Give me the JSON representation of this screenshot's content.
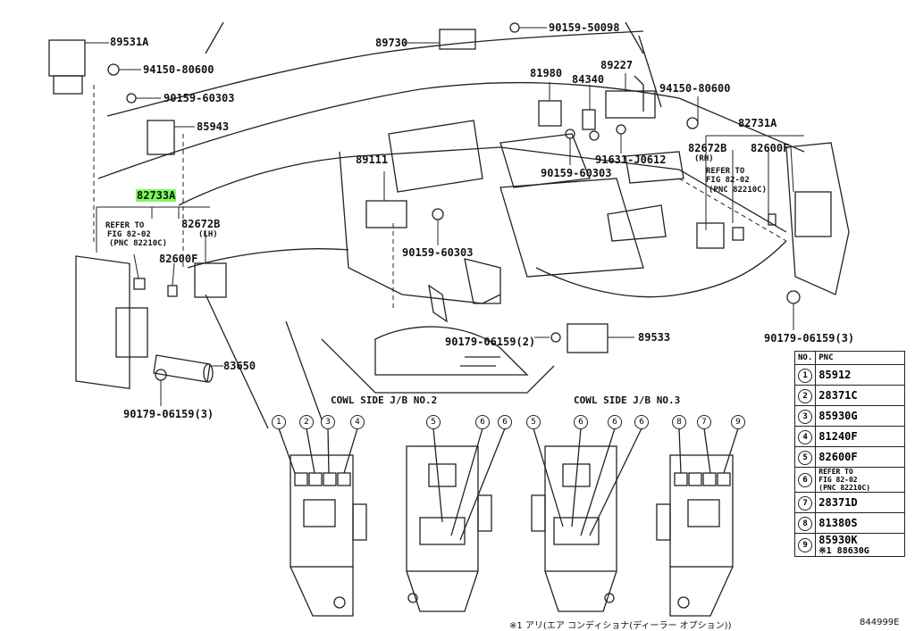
{
  "labels": {
    "p89531A": "89531A",
    "p94150_80600_a": "94150-80600",
    "p90159_60303_a": "90159-60303",
    "p85943": "85943",
    "p82733A": "82733A",
    "p82672B_lh": "82672B",
    "lh": "(LH)",
    "refer_left_1": "REFER TO",
    "refer_left_2": "FIG 82-02",
    "refer_left_3": "(PNC 82210C)",
    "p82600F_left": "82600F",
    "p83650": "83650",
    "p90179_06159_left": "90179-06159(3)",
    "p89730": "89730",
    "p90159_50098": "90159-50098",
    "p81980": "81980",
    "p89227": "89227",
    "p84340": "84340",
    "p94150_80600_b": "94150-80600",
    "p82731A": "82731A",
    "p82672B_rh": "82672B",
    "rh": "(RH)",
    "p82600F_right": "82600F",
    "refer_right_1": "REFER TO",
    "refer_right_2": "FIG 82-02",
    "refer_right_3": "(PNC 82210C)",
    "p91631_J0612": "91631-J0612",
    "p90159_60303_b": "90159-60303",
    "p89111": "89111",
    "p90159_60303_c": "90159-60303",
    "p90179_06159_mid": "90179-06159(2)",
    "p89533": "89533",
    "p90179_06159_right": "90179-06159(3)"
  },
  "cowl_titles": {
    "jb2": "COWL SIDE J/B NO.2",
    "jb3": "COWL SIDE J/B NO.3"
  },
  "callouts_jb2": [
    "1",
    "2",
    "3",
    "4",
    "5",
    "6",
    "6"
  ],
  "callouts_jb3": [
    "5",
    "6",
    "6",
    "6",
    "8",
    "7",
    "9"
  ],
  "legend": {
    "head_no": "NO.",
    "head_pnc": "PNC",
    "rows": [
      {
        "no": "1",
        "pnc": "85912"
      },
      {
        "no": "2",
        "pnc": "28371C"
      },
      {
        "no": "3",
        "pnc": "85930G"
      },
      {
        "no": "4",
        "pnc": "81240F"
      },
      {
        "no": "5",
        "pnc": "82600F"
      },
      {
        "no": "6",
        "ref1": "REFER TO",
        "ref2": "FIG 82-02",
        "ref3": "(PNC 82210C)"
      },
      {
        "no": "7",
        "pnc": "28371D"
      },
      {
        "no": "8",
        "pnc": "81380S"
      },
      {
        "no": "9",
        "pnc": "85930K",
        "pnc2": "※1 88630G"
      }
    ]
  },
  "footnote": "※1 アリ(エア コンディショナ(ディーラー オプション))",
  "figure_code": "844999E",
  "colors": {
    "highlight": "#7CFC5C",
    "ink": "#111111"
  }
}
